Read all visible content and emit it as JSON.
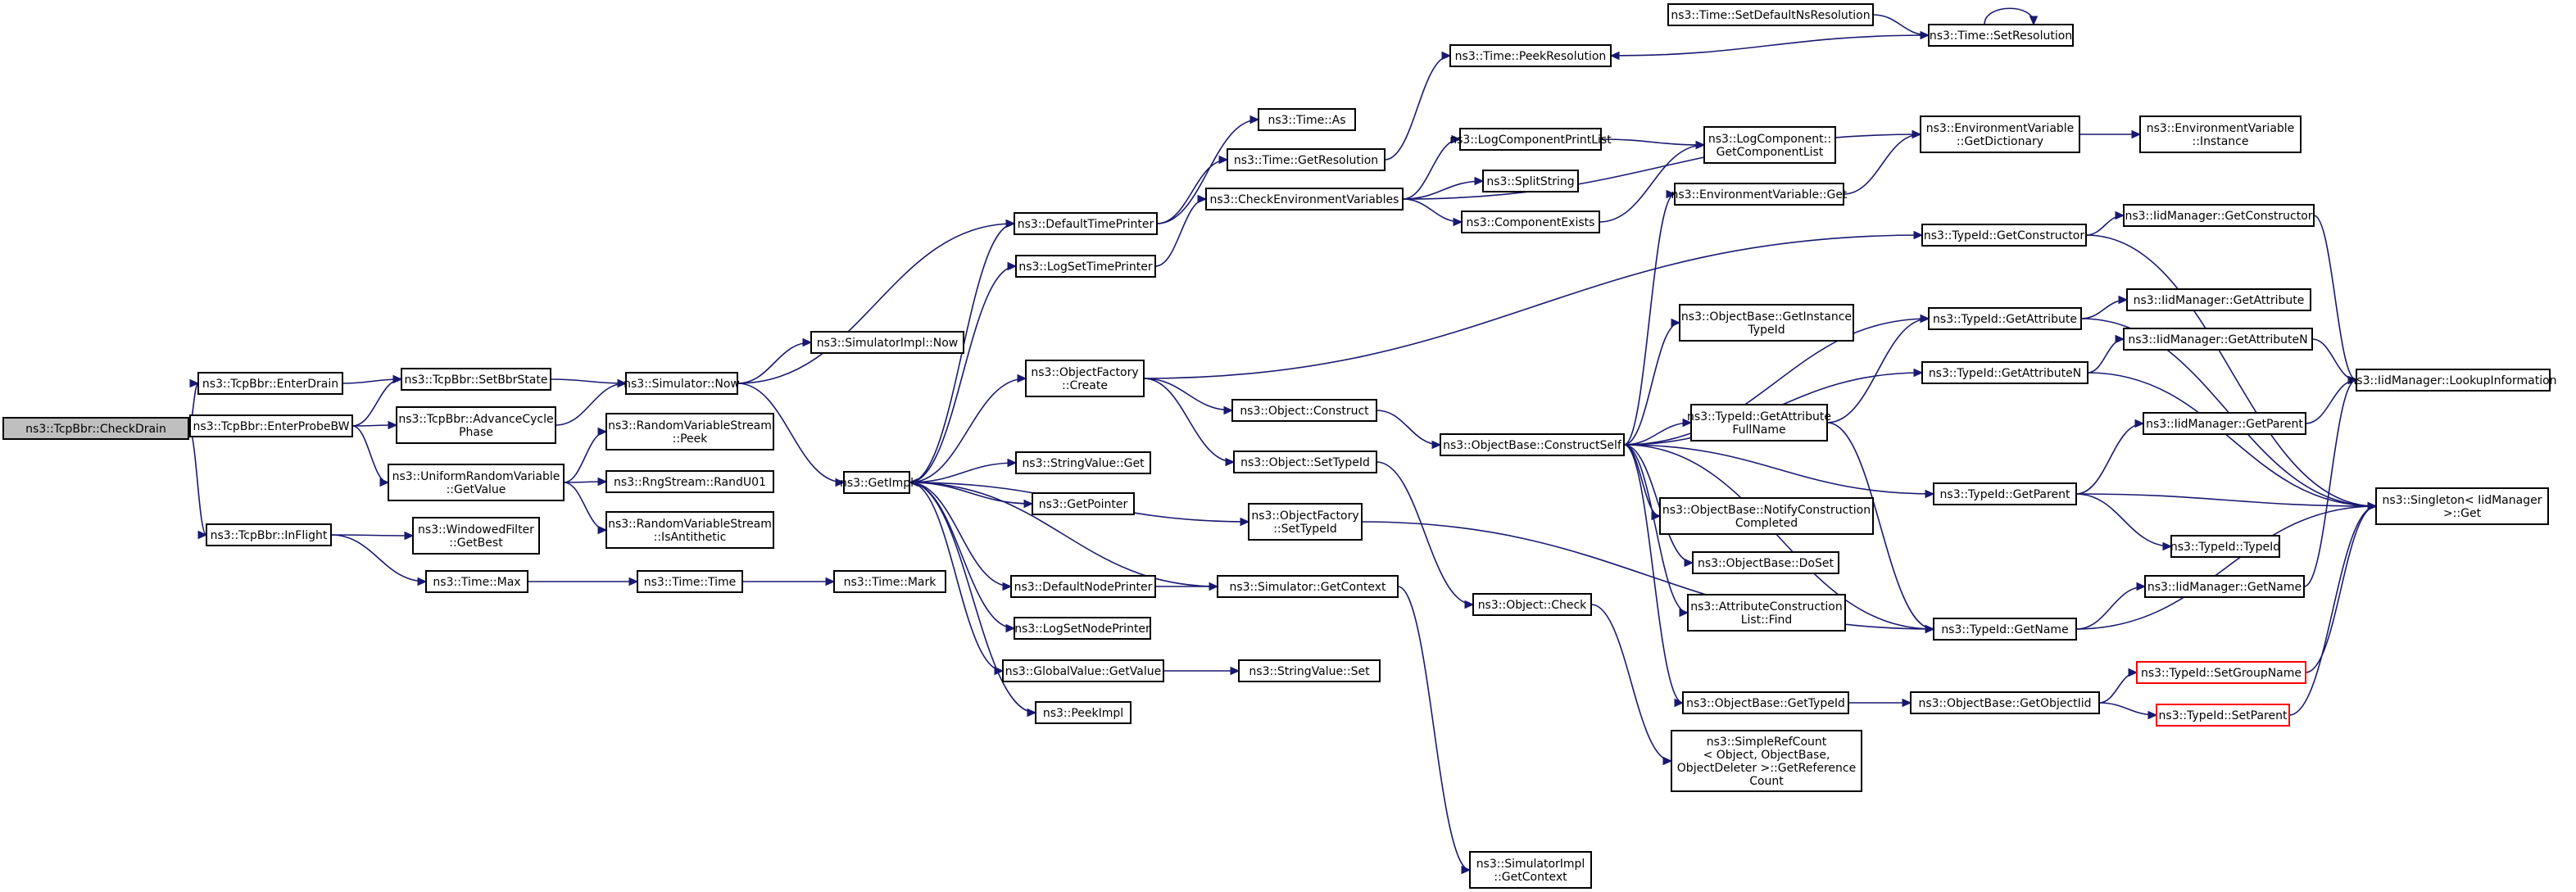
{
  "colors": {
    "edge": "#191970",
    "root_fill": "#bfbfbf",
    "node_border": "#000000",
    "highlight_border": "#ff0000",
    "background": "#ffffff"
  },
  "nodes": [
    {
      "id": "checkdrain",
      "lines": [
        "ns3::TcpBbr::CheckDrain"
      ],
      "root": true
    },
    {
      "id": "enterdrain",
      "lines": [
        "ns3::TcpBbr::EnterDrain"
      ]
    },
    {
      "id": "enterprobebw",
      "lines": [
        "ns3::TcpBbr::EnterProbeBW"
      ]
    },
    {
      "id": "inflight",
      "lines": [
        "ns3::TcpBbr::InFlight"
      ]
    },
    {
      "id": "setbbrstate",
      "lines": [
        "ns3::TcpBbr::SetBbrState"
      ]
    },
    {
      "id": "advancecycle",
      "lines": [
        "ns3::TcpBbr::AdvanceCycle",
        "Phase"
      ]
    },
    {
      "id": "urv_getvalue",
      "lines": [
        "ns3::UniformRandomVariable",
        "::GetValue"
      ]
    },
    {
      "id": "wf_getbest",
      "lines": [
        "ns3::WindowedFilter",
        "::GetBest"
      ]
    },
    {
      "id": "time_max",
      "lines": [
        "ns3::Time::Max"
      ]
    },
    {
      "id": "sim_now",
      "lines": [
        "ns3::Simulator::Now"
      ]
    },
    {
      "id": "rvs_peek",
      "lines": [
        "ns3::RandomVariableStream",
        "::Peek"
      ]
    },
    {
      "id": "randu01",
      "lines": [
        "ns3::RngStream::RandU01"
      ]
    },
    {
      "id": "rvs_isanti",
      "lines": [
        "ns3::RandomVariableStream",
        "::IsAntithetic"
      ]
    },
    {
      "id": "time_time",
      "lines": [
        "ns3::Time::Time"
      ]
    },
    {
      "id": "simimpl_now",
      "lines": [
        "ns3::SimulatorImpl::Now"
      ]
    },
    {
      "id": "time_mark",
      "lines": [
        "ns3::Time::Mark"
      ]
    },
    {
      "id": "getimpl",
      "lines": [
        "ns3::GetImpl"
      ]
    },
    {
      "id": "defaulttimeprinter",
      "lines": [
        "ns3::DefaultTimePrinter"
      ]
    },
    {
      "id": "logsettimeprinter",
      "lines": [
        "ns3::LogSetTimePrinter"
      ]
    },
    {
      "id": "objfactory_create",
      "lines": [
        "ns3::ObjectFactory",
        "::Create"
      ]
    },
    {
      "id": "stringvalue_get",
      "lines": [
        "ns3::StringValue::Get"
      ]
    },
    {
      "id": "getpointer",
      "lines": [
        "ns3::GetPointer"
      ]
    },
    {
      "id": "defaultnodeprinter",
      "lines": [
        "ns3::DefaultNodePrinter"
      ]
    },
    {
      "id": "logsetnodeprinter",
      "lines": [
        "ns3::LogSetNodePrinter"
      ]
    },
    {
      "id": "globalvalue_getvalue",
      "lines": [
        "ns3::GlobalValue::GetValue"
      ]
    },
    {
      "id": "peekimpl",
      "lines": [
        "ns3::PeekImpl"
      ]
    },
    {
      "id": "time_as",
      "lines": [
        "ns3::Time::As"
      ]
    },
    {
      "id": "time_getresolution",
      "lines": [
        "ns3::Time::GetResolution"
      ]
    },
    {
      "id": "checkenvvars",
      "lines": [
        "ns3::CheckEnvironmentVariables"
      ]
    },
    {
      "id": "obj_construct",
      "lines": [
        "ns3::Object::Construct"
      ]
    },
    {
      "id": "obj_settypeid",
      "lines": [
        "ns3::Object::SetTypeId"
      ]
    },
    {
      "id": "objfactory_settypeid",
      "lines": [
        "ns3::ObjectFactory",
        "::SetTypeId"
      ]
    },
    {
      "id": "sim_getcontext",
      "lines": [
        "ns3::Simulator::GetContext"
      ]
    },
    {
      "id": "stringvalue_set",
      "lines": [
        "ns3::StringValue::Set"
      ]
    },
    {
      "id": "simimpl_getcontext",
      "lines": [
        "ns3::SimulatorImpl",
        "::GetContext"
      ]
    },
    {
      "id": "time_peekresolution",
      "lines": [
        "ns3::Time::PeekResolution"
      ]
    },
    {
      "id": "time_setdefaultns",
      "lines": [
        "ns3::Time::SetDefaultNsResolution"
      ]
    },
    {
      "id": "time_setresolution",
      "lines": [
        "ns3::Time::SetResolution"
      ]
    },
    {
      "id": "logcompprintlist",
      "lines": [
        "ns3::LogComponentPrintList"
      ]
    },
    {
      "id": "splitstring",
      "lines": [
        "ns3::SplitString"
      ]
    },
    {
      "id": "componentexists",
      "lines": [
        "ns3::ComponentExists"
      ]
    },
    {
      "id": "logcomp_getlist",
      "lines": [
        "ns3::LogComponent::",
        "GetComponentList"
      ]
    },
    {
      "id": "objbase_constructself",
      "lines": [
        "ns3::ObjectBase::ConstructSelf"
      ]
    },
    {
      "id": "obj_check",
      "lines": [
        "ns3::Object::Check"
      ]
    },
    {
      "id": "simplerefcount",
      "lines": [
        "ns3::SimpleRefCount",
        "< Object, ObjectBase,",
        "ObjectDeleter >::GetReference",
        "Count"
      ]
    },
    {
      "id": "envvar_get",
      "lines": [
        "ns3::EnvironmentVariable::Get"
      ]
    },
    {
      "id": "objbase_getinstancetypeid",
      "lines": [
        "ns3::ObjectBase::GetInstance",
        "TypeId"
      ]
    },
    {
      "id": "typeid_getattrfullname",
      "lines": [
        "ns3::TypeId::GetAttribute",
        "FullName"
      ]
    },
    {
      "id": "objbase_notifyconstruction",
      "lines": [
        "ns3::ObjectBase::NotifyConstruction",
        "Completed"
      ]
    },
    {
      "id": "objbase_doset",
      "lines": [
        "ns3::ObjectBase::DoSet"
      ]
    },
    {
      "id": "attrconstructionlist_find",
      "lines": [
        "ns3::AttributeConstruction",
        "List::Find"
      ]
    },
    {
      "id": "objbase_gettypeid",
      "lines": [
        "ns3::ObjectBase::GetTypeId"
      ]
    },
    {
      "id": "envvar_getdictionary",
      "lines": [
        "ns3::EnvironmentVariable",
        "::GetDictionary"
      ]
    },
    {
      "id": "typeid_getconstructor",
      "lines": [
        "ns3::TypeId::GetConstructor"
      ]
    },
    {
      "id": "typeid_getattribute",
      "lines": [
        "ns3::TypeId::GetAttribute"
      ]
    },
    {
      "id": "typeid_getattributen",
      "lines": [
        "ns3::TypeId::GetAttributeN"
      ]
    },
    {
      "id": "typeid_getparent",
      "lines": [
        "ns3::TypeId::GetParent"
      ]
    },
    {
      "id": "typeid_getname",
      "lines": [
        "ns3::TypeId::GetName"
      ]
    },
    {
      "id": "objbase_getobjectiid",
      "lines": [
        "ns3::ObjectBase::GetObjectIid"
      ]
    },
    {
      "id": "envvar_instance",
      "lines": [
        "ns3::EnvironmentVariable",
        "::Instance"
      ]
    },
    {
      "id": "iid_getconstructor",
      "lines": [
        "ns3::IidManager::GetConstructor"
      ]
    },
    {
      "id": "iid_getattribute",
      "lines": [
        "ns3::IidManager::GetAttribute"
      ]
    },
    {
      "id": "iid_getattributen",
      "lines": [
        "ns3::IidManager::GetAttributeN"
      ]
    },
    {
      "id": "iid_getparent",
      "lines": [
        "ns3::IidManager::GetParent"
      ]
    },
    {
      "id": "typeid_typeid",
      "lines": [
        "ns3::TypeId::TypeId"
      ]
    },
    {
      "id": "iid_getname",
      "lines": [
        "ns3::IidManager::GetName"
      ]
    },
    {
      "id": "typeid_setgroupname",
      "lines": [
        "ns3::TypeId::SetGroupName"
      ],
      "red": true
    },
    {
      "id": "typeid_setparent",
      "lines": [
        "ns3::TypeId::SetParent"
      ],
      "red": true
    },
    {
      "id": "iid_lookupinfo",
      "lines": [
        "ns3::IidManager::LookupInformation"
      ]
    },
    {
      "id": "singleton_get",
      "lines": [
        "ns3::Singleton< IidManager",
        "  >::Get"
      ]
    }
  ],
  "edges": [
    [
      "checkdrain",
      "enterdrain"
    ],
    [
      "checkdrain",
      "enterprobebw"
    ],
    [
      "checkdrain",
      "inflight"
    ],
    [
      "enterdrain",
      "setbbrstate"
    ],
    [
      "enterprobebw",
      "setbbrstate"
    ],
    [
      "enterprobebw",
      "advancecycle"
    ],
    [
      "enterprobebw",
      "urv_getvalue"
    ],
    [
      "inflight",
      "wf_getbest"
    ],
    [
      "inflight",
      "time_max"
    ],
    [
      "setbbrstate",
      "sim_now"
    ],
    [
      "advancecycle",
      "sim_now"
    ],
    [
      "urv_getvalue",
      "rvs_peek"
    ],
    [
      "urv_getvalue",
      "randu01"
    ],
    [
      "urv_getvalue",
      "rvs_isanti"
    ],
    [
      "time_max",
      "time_time"
    ],
    [
      "time_time",
      "time_mark"
    ],
    [
      "sim_now",
      "simimpl_now"
    ],
    [
      "sim_now",
      "getimpl"
    ],
    [
      "sim_now",
      "defaulttimeprinter"
    ],
    [
      "getimpl",
      "defaulttimeprinter"
    ],
    [
      "getimpl",
      "logsettimeprinter"
    ],
    [
      "getimpl",
      "objfactory_create"
    ],
    [
      "getimpl",
      "stringvalue_get"
    ],
    [
      "getimpl",
      "getpointer"
    ],
    [
      "getimpl",
      "defaultnodeprinter"
    ],
    [
      "getimpl",
      "logsetnodeprinter"
    ],
    [
      "getimpl",
      "globalvalue_getvalue"
    ],
    [
      "getimpl",
      "peekimpl"
    ],
    [
      "getimpl",
      "objfactory_settypeid"
    ],
    [
      "defaulttimeprinter",
      "time_as"
    ],
    [
      "defaulttimeprinter",
      "time_getresolution"
    ],
    [
      "logsettimeprinter",
      "checkenvvars"
    ],
    [
      "objfactory_create",
      "obj_construct"
    ],
    [
      "objfactory_create",
      "obj_settypeid"
    ],
    [
      "objfactory_create",
      "typeid_getconstructor"
    ],
    [
      "defaultnodeprinter",
      "sim_getcontext"
    ],
    [
      "sim_getcontext",
      "getimpl"
    ],
    [
      "sim_getcontext",
      "simimpl_getcontext"
    ],
    [
      "globalvalue_getvalue",
      "stringvalue_set"
    ],
    [
      "objfactory_settypeid",
      "typeid_getname"
    ],
    [
      "time_getresolution",
      "time_peekresolution"
    ],
    [
      "time_setdefaultns",
      "time_setresolution"
    ],
    [
      "time_setresolution",
      "time_peekresolution"
    ],
    [
      "time_setresolution",
      "time_setresolution"
    ],
    [
      "checkenvvars",
      "envvar_getdictionary"
    ],
    [
      "checkenvvars",
      "logcompprintlist"
    ],
    [
      "checkenvvars",
      "splitstring"
    ],
    [
      "checkenvvars",
      "componentexists"
    ],
    [
      "logcompprintlist",
      "logcomp_getlist"
    ],
    [
      "componentexists",
      "logcomp_getlist"
    ],
    [
      "obj_construct",
      "objbase_constructself"
    ],
    [
      "obj_settypeid",
      "obj_check"
    ],
    [
      "obj_check",
      "simplerefcount"
    ],
    [
      "objbase_constructself",
      "envvar_get"
    ],
    [
      "objbase_constructself",
      "objbase_getinstancetypeid"
    ],
    [
      "objbase_constructself",
      "typeid_getattribute"
    ],
    [
      "objbase_constructself",
      "typeid_getattributen"
    ],
    [
      "objbase_constructself",
      "typeid_getattrfullname"
    ],
    [
      "objbase_constructself",
      "typeid_getparent"
    ],
    [
      "objbase_constructself",
      "objbase_notifyconstruction"
    ],
    [
      "objbase_constructself",
      "objbase_doset"
    ],
    [
      "objbase_constructself",
      "attrconstructionlist_find"
    ],
    [
      "objbase_constructself",
      "objbase_gettypeid"
    ],
    [
      "objbase_constructself",
      "typeid_getname"
    ],
    [
      "envvar_get",
      "envvar_getdictionary"
    ],
    [
      "envvar_getdictionary",
      "envvar_instance"
    ],
    [
      "typeid_getattrfullname",
      "typeid_getattribute"
    ],
    [
      "typeid_getattrfullname",
      "typeid_getname"
    ],
    [
      "objbase_gettypeid",
      "objbase_getobjectiid"
    ],
    [
      "objbase_getobjectiid",
      "typeid_setgroupname"
    ],
    [
      "objbase_getobjectiid",
      "typeid_setparent"
    ],
    [
      "typeid_getconstructor",
      "iid_getconstructor"
    ],
    [
      "typeid_getconstructor",
      "singleton_get"
    ],
    [
      "typeid_getattribute",
      "iid_getattribute"
    ],
    [
      "typeid_getattribute",
      "singleton_get"
    ],
    [
      "typeid_getattributen",
      "iid_getattributen"
    ],
    [
      "typeid_getattributen",
      "singleton_get"
    ],
    [
      "typeid_getparent",
      "iid_getparent"
    ],
    [
      "typeid_getparent",
      "typeid_typeid"
    ],
    [
      "typeid_getparent",
      "singleton_get"
    ],
    [
      "typeid_getname",
      "iid_getname"
    ],
    [
      "typeid_getname",
      "singleton_get"
    ],
    [
      "typeid_setgroupname",
      "singleton_get"
    ],
    [
      "typeid_setparent",
      "singleton_get"
    ],
    [
      "iid_getconstructor",
      "iid_lookupinfo"
    ],
    [
      "iid_getattributen",
      "iid_lookupinfo"
    ],
    [
      "iid_getparent",
      "iid_lookupinfo"
    ],
    [
      "iid_getname",
      "iid_lookupinfo"
    ]
  ]
}
